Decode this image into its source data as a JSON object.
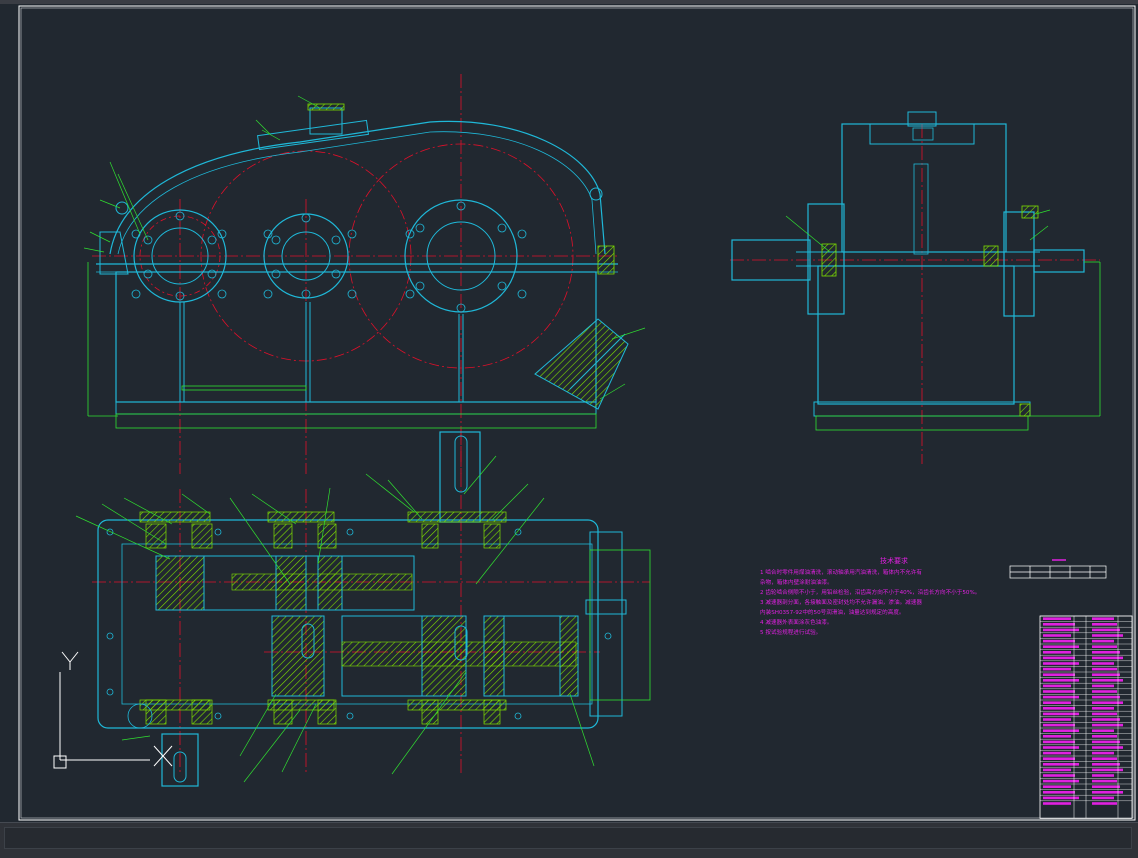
{
  "tech_requirements": {
    "title": "技术要求",
    "items": [
      "1  啮合时零件用煤油清洗，滚动轴承用汽油清洗，箱体内不允许有",
      "    杂物，箱体内壁涂耐油油漆。",
      "2  齿轮啮合侧隙不小于，用铅丝检验，沿齿高方向不小于40%，沿齿长方向不小于50%。",
      "3  减速器剖分面，各接触面及密封处均不允许漏油，渗油。减速器",
      "    内装SH0357-92中的50号润滑油，油量达到规定的高度。",
      "4  减速器外表面涂灰色油漆。",
      "5  按试验规程进行试验。"
    ]
  },
  "ucs": {
    "y_label": "Y",
    "x_label": "X"
  },
  "colors": {
    "background": "#212830",
    "outline": "#1fb8d8",
    "hatch": "#7fe000",
    "centerline": "#e0102a",
    "leader": "#30e030",
    "annotation": "#e020e0",
    "frame": "#ffffff"
  },
  "statusbar": {
    "command_text": ""
  }
}
